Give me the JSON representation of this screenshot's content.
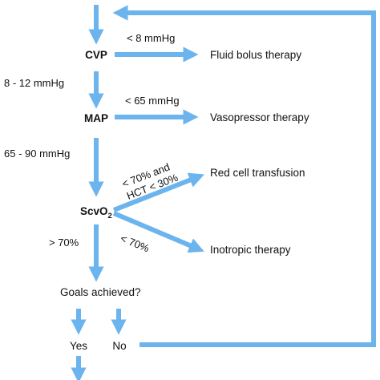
{
  "colors": {
    "arrow": "#6cb4ee",
    "text": "#111111",
    "background": "#ffffff"
  },
  "nodes": {
    "cvp": "CVP",
    "map": "MAP",
    "scvo2_main": "ScvO",
    "scvo2_sub": "2",
    "goals": "Goals achieved?",
    "yes": "Yes",
    "no": "No"
  },
  "therapies": {
    "fluid": "Fluid bolus therapy",
    "vasopressor": "Vasopressor therapy",
    "red_cell": "Red cell transfusion",
    "inotropic": "Inotropic therapy"
  },
  "conditions": {
    "cvp_low": "< 8 mmHg",
    "cvp_target": "8 - 12 mmHg",
    "map_low": "< 65 mmHg",
    "map_target": "65 - 90 mmHg",
    "scvo2_low_hct_line1": "< 70% and",
    "scvo2_low_hct_line2": "HCT < 30%",
    "scvo2_low": "< 70%",
    "scvo2_target": "> 70%"
  }
}
